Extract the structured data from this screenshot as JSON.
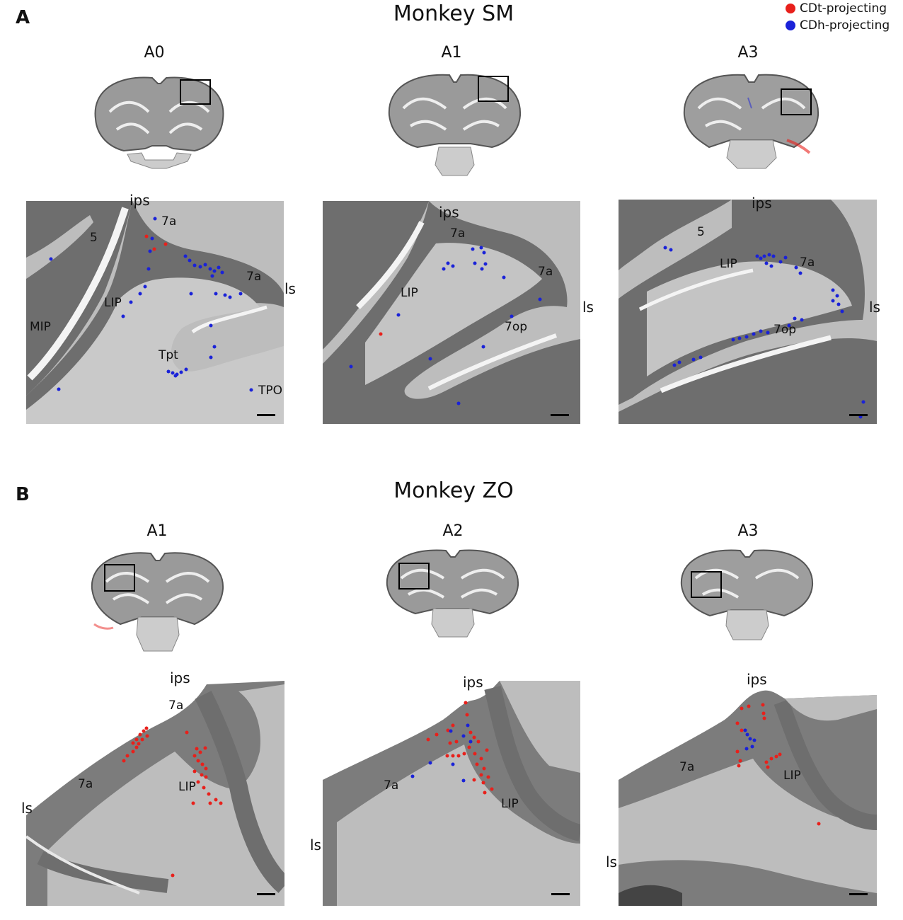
{
  "legend": {
    "items": [
      {
        "label": "CDt-projecting",
        "color": "#e8201b"
      },
      {
        "label": "CDh-projecting",
        "color": "#1a22d8"
      }
    ]
  },
  "panel_a": {
    "letter": "A",
    "title": "Monkey SM",
    "sections": [
      {
        "label": "A0",
        "region_labels": [
          "ips",
          "7a",
          "5",
          "7a",
          "ls",
          "LIP",
          "MIP",
          "Tpt",
          "TPO"
        ]
      },
      {
        "label": "A1",
        "region_labels": [
          "ips",
          "7a",
          "7a",
          "LIP",
          "ls",
          "7op"
        ]
      },
      {
        "label": "A3",
        "region_labels": [
          "ips",
          "5",
          "LIP",
          "7a",
          "ls",
          "7op"
        ]
      }
    ]
  },
  "panel_b": {
    "letter": "B",
    "title": "Monkey ZO",
    "sections": [
      {
        "label": "A1",
        "region_labels": [
          "ips",
          "7a",
          "7a",
          "LIP",
          "ls"
        ]
      },
      {
        "label": "A2",
        "region_labels": [
          "ips",
          "7a",
          "LIP",
          "ls"
        ]
      },
      {
        "label": "A3",
        "region_labels": [
          "ips",
          "7a",
          "LIP",
          "ls"
        ]
      }
    ]
  }
}
